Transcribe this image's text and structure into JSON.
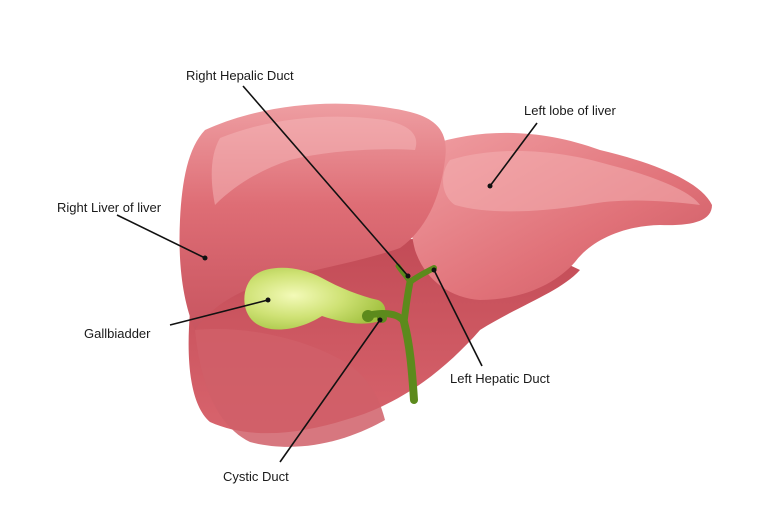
{
  "labels": {
    "right_hepatic_duct": "Right Hepalic Duct",
    "left_lobe": "Left lobe of liver",
    "right_lobe": "Right Liver of liver",
    "gallbladder": "Gallbiadder",
    "left_hepatic_duct": "Left Hepatic Duct",
    "cystic_duct": "Cystic Duct"
  },
  "colors": {
    "liver_main": "#dd6a72",
    "liver_light": "#f0a0a3",
    "liver_dark": "#b94650",
    "liver_shadow": "#8e2e36",
    "gallbladder": "#c9e06a",
    "duct": "#5c8a1c",
    "leader_line": "#111111",
    "background": "#ffffff"
  }
}
